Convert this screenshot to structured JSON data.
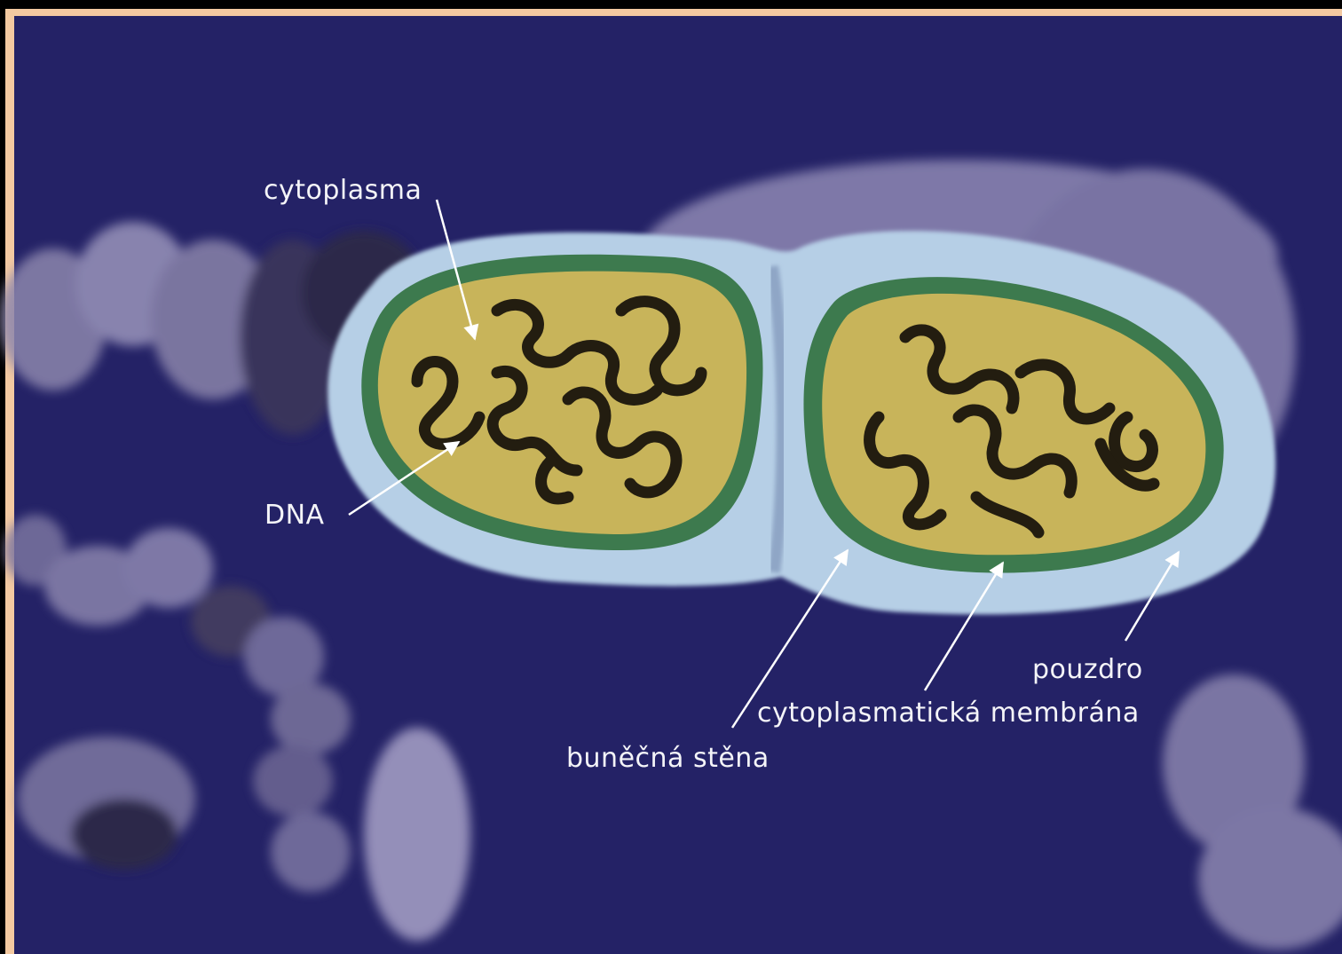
{
  "colors": {
    "frame_outer": "#000000",
    "frame_border": "#f3c9a1",
    "background": "#242266",
    "capsule": "#b4b4d6",
    "cell_wall": "#b6cfe6",
    "membrane": "#3d7a4e",
    "cytoplasm": "#c8b45a",
    "dna": "#231d10",
    "label_text": "#f4f4f8",
    "pointer": "#ffffff"
  },
  "labels": {
    "cytoplasm": "cytoplasma",
    "dna": "DNA",
    "capsule": "pouzdro",
    "membrane": "cytoplasmatická membrána",
    "wall": "buněčná stěna"
  }
}
